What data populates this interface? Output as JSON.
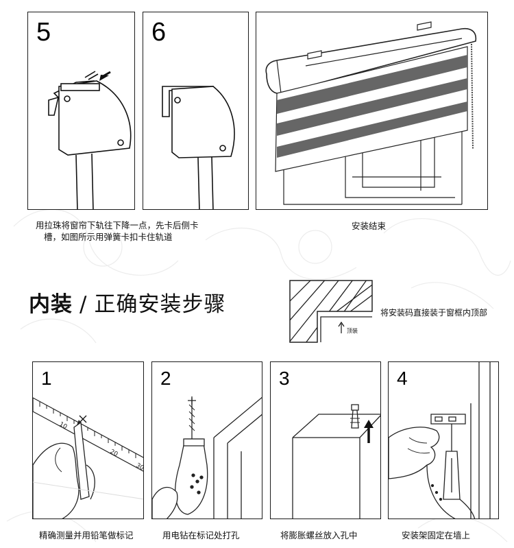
{
  "top": {
    "step5": {
      "number": "5"
    },
    "step6": {
      "number": "6"
    },
    "caption_left_line1": "用拉珠将窗帘下轨往下降一点，先卡后侧卡",
    "caption_left_line2": "槽，如图所示用弹簧卡扣卡住轨道",
    "caption_right": "安装结束"
  },
  "section": {
    "title_bold": "内装",
    "title_slash": "/",
    "title_light": "正确安装步骤",
    "top_label": "顶装",
    "note": "将安装码直接装于窗框内顶部"
  },
  "steps": [
    {
      "number": "1",
      "caption": "精确测量并用铅笔做标记"
    },
    {
      "number": "2",
      "caption": "用电钻在标记处打孔"
    },
    {
      "number": "3",
      "caption": "将膨胀螺丝放入孔中"
    },
    {
      "number": "4",
      "caption": "安装架固定在墙上"
    }
  ],
  "ruler_ticks": [
    "10",
    "20",
    "30"
  ]
}
